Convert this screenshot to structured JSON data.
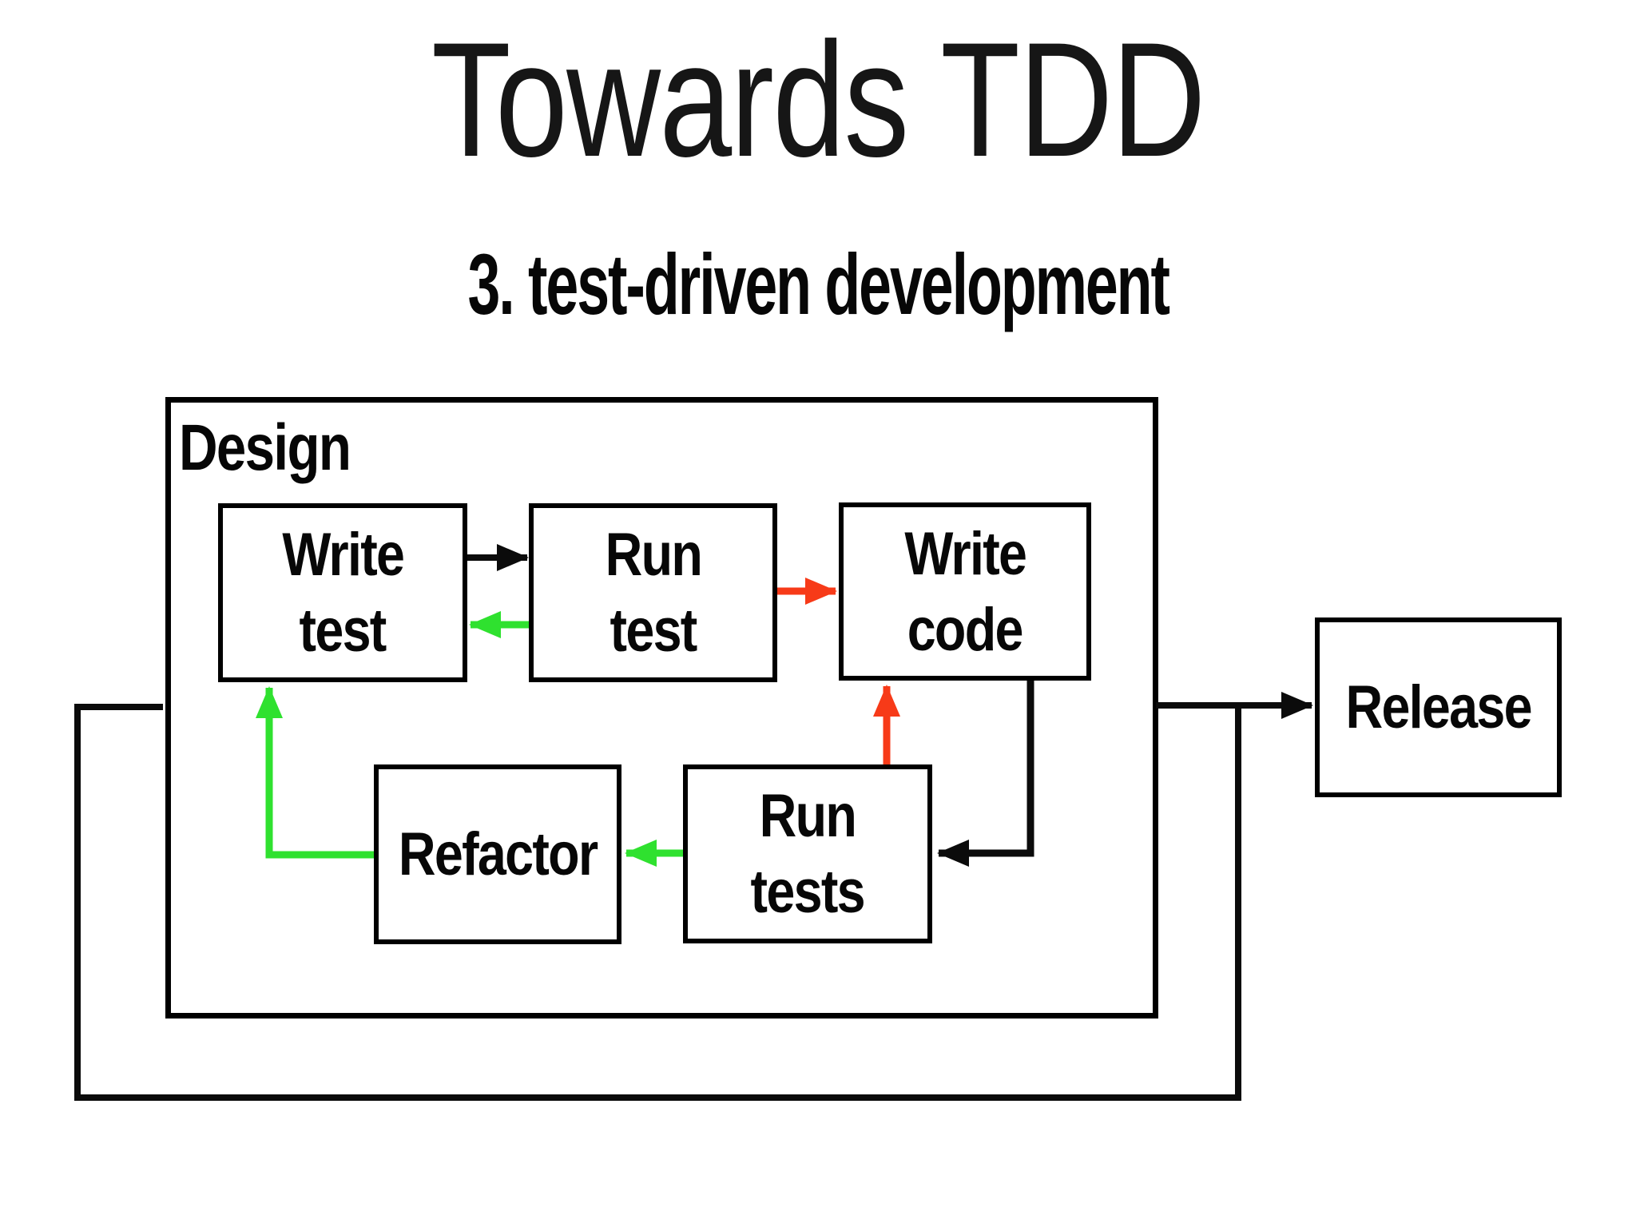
{
  "slide": {
    "title": "Towards TDD",
    "subtitle": "3. test-driven development"
  },
  "design_group": {
    "label": "Design"
  },
  "nodes": {
    "write_test": {
      "line1": "Write",
      "line2": "test"
    },
    "run_test": {
      "line1": "Run",
      "line2": "test"
    },
    "write_code": {
      "line1": "Write",
      "line2": "code"
    },
    "refactor": {
      "line1": "Refactor"
    },
    "run_tests": {
      "line1": "Run",
      "line2": "tests"
    },
    "release": {
      "line1": "Release"
    }
  },
  "colors": {
    "black": "#0b0b0b",
    "green": "#2fe12f",
    "red": "#f73a18"
  },
  "edges": [
    {
      "from": "write_test",
      "to": "run_test",
      "color": "black"
    },
    {
      "from": "run_test",
      "to": "write_test",
      "color": "green"
    },
    {
      "from": "run_test",
      "to": "write_code",
      "color": "red"
    },
    {
      "from": "run_tests",
      "to": "write_code",
      "color": "red"
    },
    {
      "from": "write_code",
      "to": "run_tests",
      "color": "black"
    },
    {
      "from": "run_tests",
      "to": "refactor",
      "color": "green"
    },
    {
      "from": "refactor",
      "to": "write_test",
      "color": "green"
    },
    {
      "from": "design",
      "to": "release",
      "color": "black"
    },
    {
      "from": "release_junction",
      "to": "design",
      "color": "black",
      "note": "outer feedback loop"
    }
  ]
}
